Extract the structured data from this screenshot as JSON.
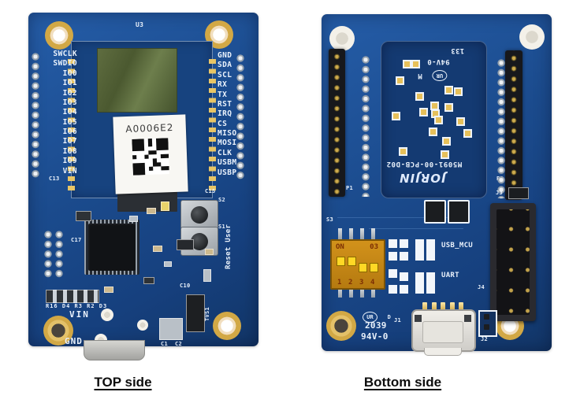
{
  "captions": {
    "top": "TOP side",
    "bottom": "Bottom side"
  },
  "top_board": {
    "designator": "U3",
    "left_pins": [
      "SWCLK",
      "SWDIO",
      "IO0",
      "IO1",
      "IO2",
      "IO3",
      "IO4",
      "IO5",
      "IO6",
      "IO7",
      "IO8",
      "IO9",
      "VIN"
    ],
    "right_pins": [
      "GND",
      "SDA",
      "SCL",
      "RX",
      "TX",
      "RST",
      "IRQ",
      "CS",
      "MISO",
      "MOSI",
      "CLK",
      "USBM",
      "USBP"
    ],
    "sticker_code": "A0006E2",
    "buttons": {
      "s2": "S2",
      "s1": "S1",
      "caption": "Reset User"
    },
    "power": {
      "vin": "VIN",
      "gnd": "GND"
    },
    "refs": {
      "c13": "C13",
      "c15": "C15",
      "c17": "C17",
      "c10": "C10",
      "c1": "C1",
      "c2": "C2",
      "tvs": "TVS1",
      "res_row": "R16 D4 R3 R2 D3"
    }
  },
  "bottom_board": {
    "brand": "JORJIN",
    "pcb_id": "M5091-00-PCB-D02",
    "module_marks": {
      "lot": "133",
      "rating": "94V-0",
      "ul": "UR",
      "m": "M"
    },
    "corner_marks": {
      "ul": "UR",
      "d": "D",
      "date": "2039",
      "rating": "94V-0"
    },
    "connectors": {
      "p1": "P1",
      "p2": "P2",
      "j1": "J1",
      "j2": "J2",
      "j3": "J3",
      "j4": "J4",
      "s3": "S3"
    },
    "dip": {
      "on": "ON",
      "code": "03",
      "n1": "1",
      "n2": "2",
      "n3": "3",
      "n4": "4"
    },
    "jumpers": {
      "usb_mcu": "USB_MCU",
      "uart": "UART"
    }
  }
}
